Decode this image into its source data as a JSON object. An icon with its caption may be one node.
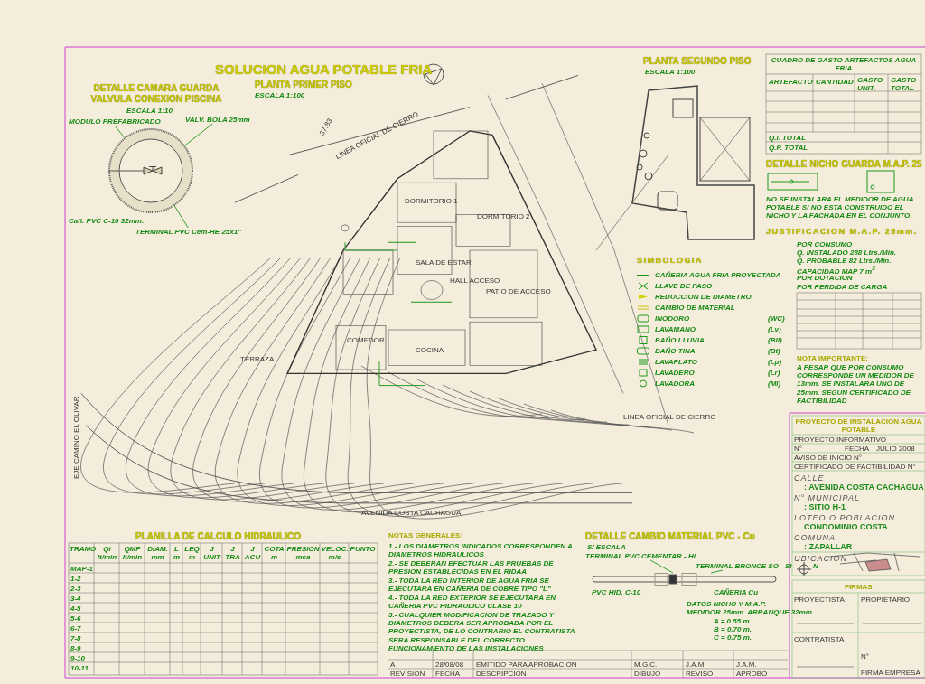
{
  "diagram": {
    "title": "SOLUCION AGUA POTABLE FRIA",
    "nodes": [
      {
        "text": [],
        "shape": "circle"
      },
      {
        "text": [
          "MODULO PREFABRICADO"
        ]
      },
      {
        "text": [
          "VALV. BOLA 25mm"
        ]
      },
      {
        "text": [],
        "shape": "picture",
        "in": 0
      },
      {
        "text": [
          "TERMINAL PVC Cem-HE 25x1\""
        ]
      },
      {
        "text": [],
        "shape": "bar",
        "beside": [
          "PVC HID. C-10",
          "CAÑERIA Cu"
        ]
      },
      {
        "text": [
          "TERMINAL PVC CEMENTAR - Hi."
        ]
      },
      {
        "text": [
          "TERMINAL BRONCE SO - SI"
        ]
      }
    ],
    "edges": [
      {
        "from": 1,
        "to": 0,
        "arrow": "none"
      },
      {
        "from": 2,
        "to": 3,
        "arrow": "none"
      },
      {
        "from": 4,
        "to": 3,
        "arrow": "none"
      },
      {
        "from": 6,
        "to": 5,
        "arrow": "none"
      },
      {
        "from": 7,
        "to": 5,
        "arrow": "none"
      }
    ],
    "labels": [
      "PLANTA PRIMER PISO",
      "ESCALA 1:100",
      "DETALLE CAMARA GUARDA VALVULA CONEXION PISCINA",
      "ESCALA 1:10",
      "PLANTA SEGUNDO PISO",
      "ESCALA 1:100",
      "CUADRO DE GASTO ARTEFACTOS AGUA FRIA",
      "ARTEFACTO",
      "CANTIDAD",
      "GASTO UNIT.",
      "GASTO TOTAL",
      "Q.I. TOTAL",
      "Q.P. TOTAL",
      "DETALLE NICHO GUARDA M.A.P. 25",
      "NO SE INSTALARA EL MEDIDOR DE AGUA POTABLE SI NO ESTA CONSTRUIDO EL NICHO Y LA FACHADA EN EL CONJUNTO.",
      "JUSTIFICACION M.A.P. 25mm.",
      "SIMBOLOGIA",
      "POR CONSUMO",
      "Q. INSTALADO 288 Ltrs./Min.",
      "Q. PROBABLE 82 Ltrs./Min.",
      "CAPACIDAD MAP 7 m$^{3}$",
      "POR DOTACION",
      "POR PERDIDA DE CARGA",
      "NOTA IMPORTANTE:",
      "A PESAR QUE POR CONSUMO CORRESPONDE UN MEDIDOR DE 13mm. SE INSTALARA UNO DE 25mm. SEGUN CERTIFICADO DE FACTIBILIDAD",
      "(WC)",
      "(Lv)",
      "(Bll)",
      "(Bt)",
      "(Lp)",
      "(Lr)",
      "(Ml)",
      "PROYECTO DE INSTALACION AGUA POTABLE",
      "PROYECTO INFORMATIVO",
      "N°",
      "FECHA",
      "JULIO 2008",
      "AVISO DE INICIO N°",
      "CERTIFICADO DE FACTIBILIDAD N°",
      "CALLE",
      ": AVENIDA COSTA CACHAGUA",
      "N° MUNICIPAL",
      ": SITIO H-1",
      "LOTEO O POBLACION",
      "CONDOMINIO COSTA",
      "COMUNA",
      ": ZAPALLAR",
      "UBICACION",
      "N",
      "FIRMAS",
      "PROYECTISTA",
      "PROPIETARIO",
      "CONTRATISTA",
      "N°",
      "FIRMA EMPRESA",
      "PLANILLA DE CALCULO HIDRAULICO",
      "TRAMO",
      "Qi lt/min",
      "QMP lt/min",
      "DIAM. mm",
      "L m",
      "LEQ m",
      "J UNIT",
      "J TRA",
      "J ACU",
      "COTA m",
      "PRESION mca",
      "VELOC. m/s",
      "PUNTO",
      "MAP-1",
      "1-2",
      "2-3",
      "3-4",
      "4-5",
      "5-6",
      "6-7",
      "7-8",
      "8-9",
      "9-10",
      "10-11",
      "NOTAS GENERALES:",
      "1.- LOS DIAMETROS INDICADOS CORRESPONDEN A DIAMETROS HIDRAULICOS",
      "2.- SE DEBERAN EFECTUAR LAS PRUEBAS DE PRESION ESTABLECIDAS EN EL RIDAA",
      "3.- TODA LA RED INTERIOR DE AGUA FRIA SE EJECUTARA EN CAÑERIA DE COBRE TIPO \"L\"",
      "4.- TODA LA RED EXTERIOR SE EJECUTARA EN CAÑERIA PVC HIDRAULICO CLASE 10",
      "5.- CUALQUIER MODIFICACION DE TRAZADO Y DIAMETROS DEBERA SER APROBADA POR EL PROYECTISTA, DE LO CONTRARIO EL CONTRATISTA SERA RESPONSABLE DEL CORRECTO FUNCIONAMIENTO DE LAS INSTALACIONES",
      "DETALLE CAMBIO MATERIAL PVC - Cu",
      "S/ ESCALA",
      "A",
      "28/08/08",
      "EMITIDO PARA APROBACION",
      "M.G.C.",
      "J.A.M.",
      "J.A.M.",
      "REVISION",
      "FECHA",
      "DESCRIPCION",
      "DIBUJO",
      "REVISO",
      "APROBO",
      "DATOS NICHO Y M.A.P.",
      "MEDIDOR 25mm. ARRANQUE 32mm.",
      "A = 0.55 m.",
      "B = 0.70 m.",
      "C = 0.75 m.",
      "AVENIDA COSTA CACHAGUA",
      "EJE CAMINO EL OLIVAR",
      "LINEA OFICIAL DE CIERRO",
      "LINEA OFICIAL DE CIERRO",
      "37.83",
      "DORMITORIO 1",
      "DORMITORIO 2",
      "SALA DE ESTAR",
      "HALL ACCESO",
      "PATIO DE ACCESO",
      "COMEDOR",
      "COCINA",
      "TERRAZA",
      "Cañ. PVC C-10 32mm."
    ],
    "legend": [
      {
        "text": "CAÑERIA AGUA FRIA PROYECTADA"
      },
      {
        "text": "LLAVE DE PASO"
      },
      {
        "text": "REDUCCION DE DIAMETRO"
      },
      {
        "text": "CAMBIO DE MATERIAL"
      },
      {
        "text": "INODORO"
      },
      {
        "text": "LAVAMANO"
      },
      {
        "text": "BAÑO LLUVIA"
      },
      {
        "text": "BAÑO TINA"
      },
      {
        "text": "LAVAPLATO"
      },
      {
        "text": "LAVADERO"
      },
      {
        "text": "LAVADORA"
      }
    ]
  }
}
